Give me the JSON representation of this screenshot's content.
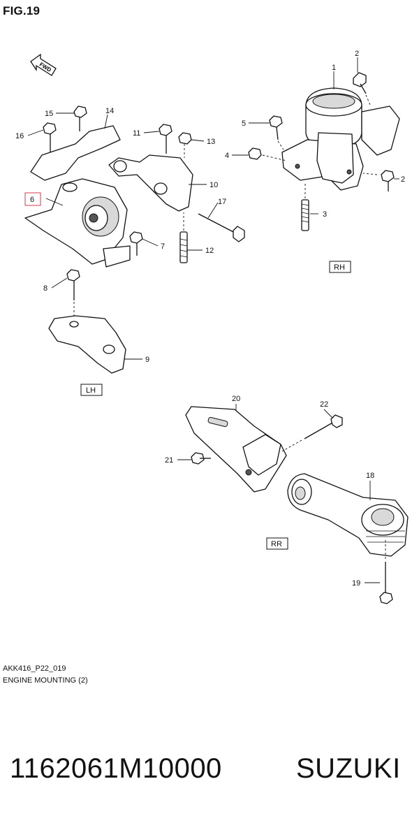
{
  "figure": {
    "title": "FIG.19",
    "fwd_label": "FWD"
  },
  "callouts": {
    "c1": "1",
    "c2": "2",
    "c3": "3",
    "c4": "4",
    "c5": "5",
    "c6": "6",
    "c7": "7",
    "c8": "8",
    "c9": "9",
    "c10": "10",
    "c11": "11",
    "c12": "12",
    "c13": "13",
    "c14": "14",
    "c15": "15",
    "c16": "16",
    "c17": "17",
    "c18": "18",
    "c19": "19",
    "c20": "20",
    "c21": "21",
    "c22": "22"
  },
  "highlight_color": "#e05a6a",
  "section_labels": {
    "rh": "RH",
    "lh": "LH",
    "rr": "RR"
  },
  "footer": {
    "drawing_code": "AKK416_P22_019",
    "drawing_title": "ENGINE MOUNTING (2)"
  },
  "part_number": "1162061M10000",
  "brand": "SUZUKI"
}
